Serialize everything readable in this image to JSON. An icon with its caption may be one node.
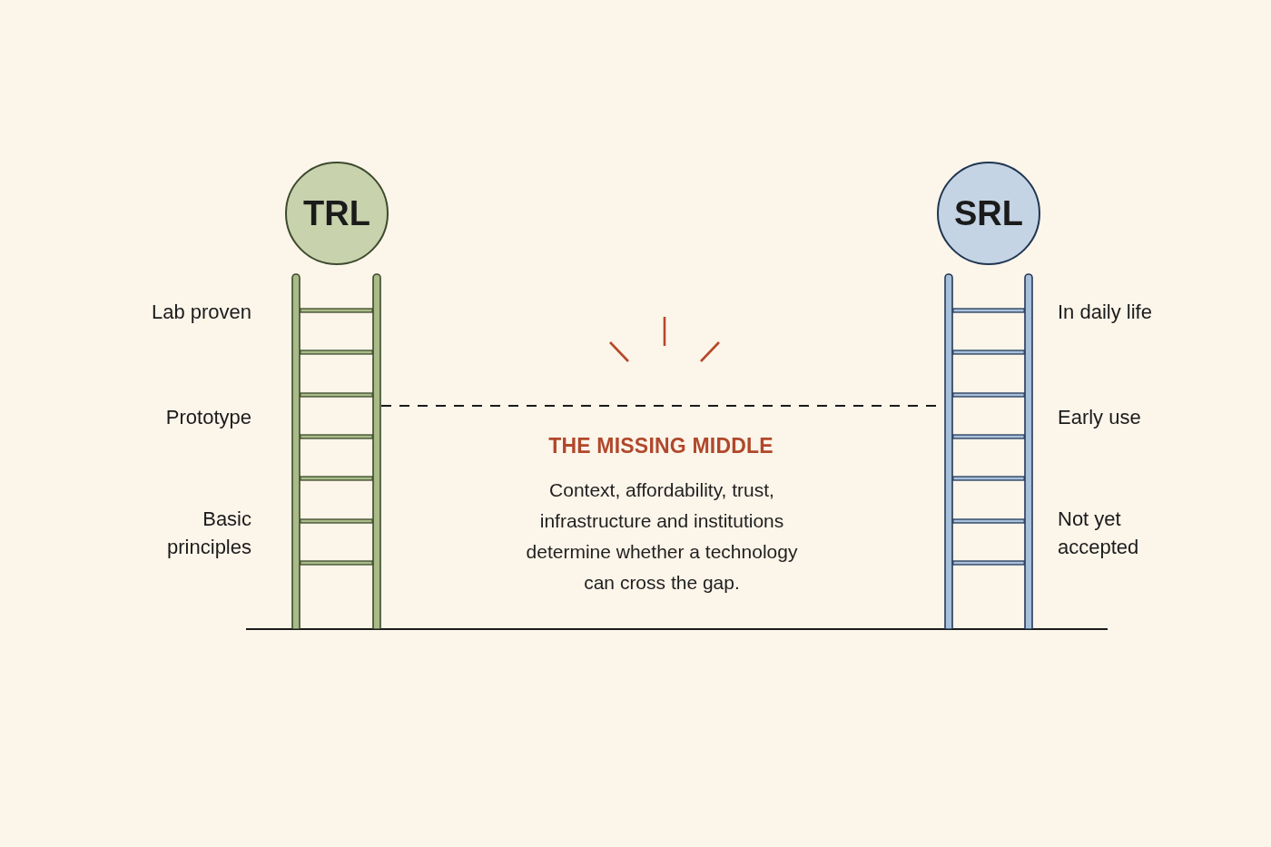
{
  "diagram": {
    "nodes": [
      {
        "text": [
          "TRL"
        ]
      },
      {
        "text": [
          "SRL"
        ]
      },
      {
        "text": [],
        "shape": "ladder",
        "beside": [
          "Lab proven",
          "Prototype",
          "Basic principles"
        ]
      },
      {
        "text": [],
        "shape": "ladder",
        "beside": [
          "In daily life",
          "Early use",
          "Not yet accepted"
        ]
      }
    ],
    "edges": [
      {
        "from": 2,
        "to": 3,
        "arrow": "none",
        "style": "dashed"
      }
    ],
    "labels": [
      "THE MISSING MIDDLE",
      "Context, affordability, trust, infrastructure and institutions determine whether a technology can cross the gap."
    ]
  }
}
